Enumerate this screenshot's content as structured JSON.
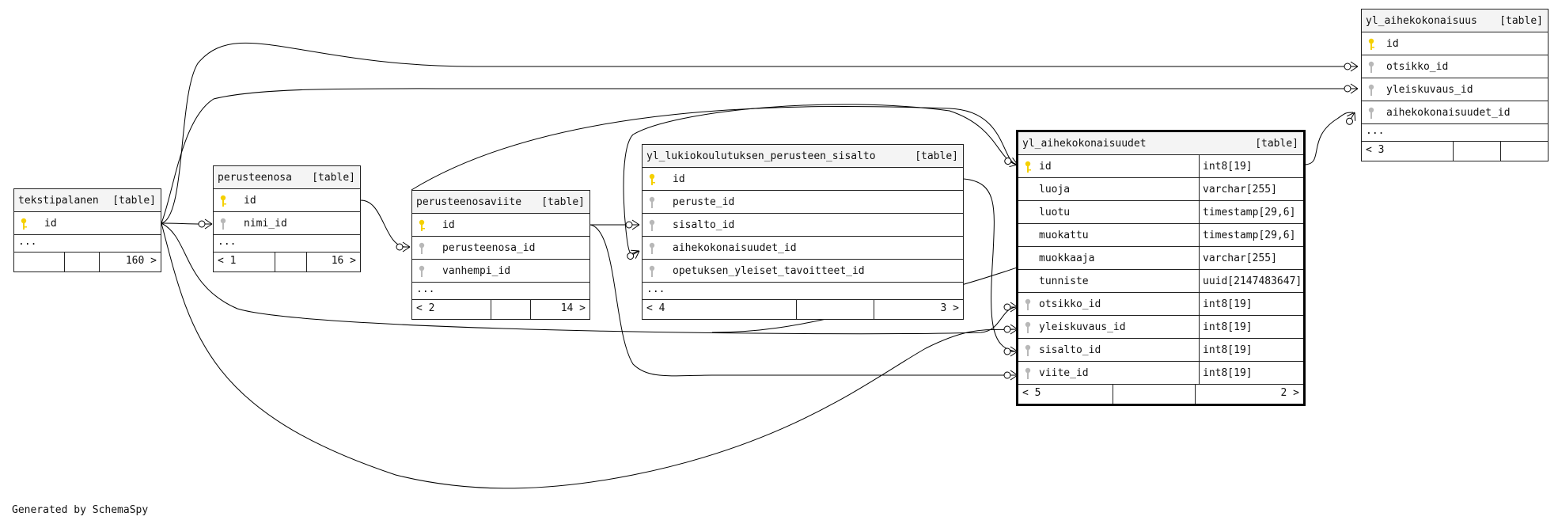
{
  "footer": "Generated by SchemaSpy",
  "tag": "[table]",
  "more": "...",
  "colors": {
    "primary_key": "#f5d000",
    "foreign_key": "#b8b8b8",
    "border": "#222222"
  },
  "tables": {
    "tekstipalanen": {
      "name": "tekstipalanen",
      "columns": [
        "id"
      ],
      "foot": [
        "",
        "",
        "160 >"
      ]
    },
    "perusteenosa": {
      "name": "perusteenosa",
      "columns": [
        "id",
        "nimi_id"
      ],
      "foot": [
        "< 1",
        "",
        "16 >"
      ]
    },
    "perusteenosaviite": {
      "name": "perusteenosaviite",
      "columns": [
        "id",
        "perusteenosa_id",
        "vanhempi_id"
      ],
      "foot": [
        "< 2",
        "",
        "14 >"
      ]
    },
    "sisalto": {
      "name": "yl_lukiokoulutuksen_perusteen_sisalto",
      "columns": [
        "id",
        "peruste_id",
        "sisalto_id",
        "aihekokonaisuudet_id",
        "opetuksen_yleiset_tavoitteet_id"
      ],
      "foot": [
        "< 4",
        "",
        "3 >"
      ]
    },
    "aihekokonaisuudet": {
      "name": "yl_aihekokonaisuudet",
      "columns": [
        "id",
        "luoja",
        "luotu",
        "muokattu",
        "muokkaaja",
        "tunniste",
        "otsikko_id",
        "yleiskuvaus_id",
        "sisalto_id",
        "viite_id"
      ],
      "types": [
        "int8[19]",
        "varchar[255]",
        "timestamp[29,6]",
        "timestamp[29,6]",
        "varchar[255]",
        "uuid[2147483647]",
        "int8[19]",
        "int8[19]",
        "int8[19]",
        "int8[19]"
      ],
      "foot": [
        "< 5",
        "",
        "2 >"
      ]
    },
    "aihekokonaisuus": {
      "name": "yl_aihekokonaisuus",
      "columns": [
        "id",
        "otsikko_id",
        "yleiskuvaus_id",
        "aihekokonaisuudet_id"
      ],
      "foot": [
        "< 3",
        "",
        ""
      ]
    }
  }
}
